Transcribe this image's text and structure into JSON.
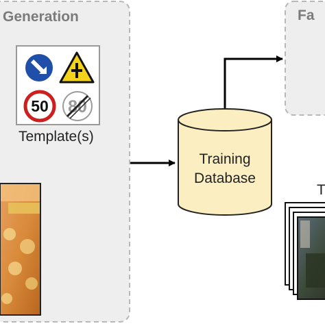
{
  "generation_panel": {
    "title": "Generation",
    "template_caption": "Template(s)",
    "signs": [
      {
        "kind": "mandatory-direction-arrow",
        "color": "#1f4fa8"
      },
      {
        "kind": "warning-crossroads",
        "color": "#f2d21b"
      },
      {
        "kind": "speed-limit",
        "text": "50",
        "color": "#cc1f1f"
      },
      {
        "kind": "end-of-speed-limit",
        "text": "80",
        "color": "#9a9a9a"
      }
    ]
  },
  "database": {
    "line1": "Training",
    "line2": "Database",
    "fill": "#fbeec0"
  },
  "right_panel": {
    "title_fragment": "Fa"
  },
  "test_label_fragment": "T",
  "colors": {
    "panel_fill": "#eeeeee",
    "panel_border": "#b8b8b8",
    "arrow": "#000000"
  }
}
